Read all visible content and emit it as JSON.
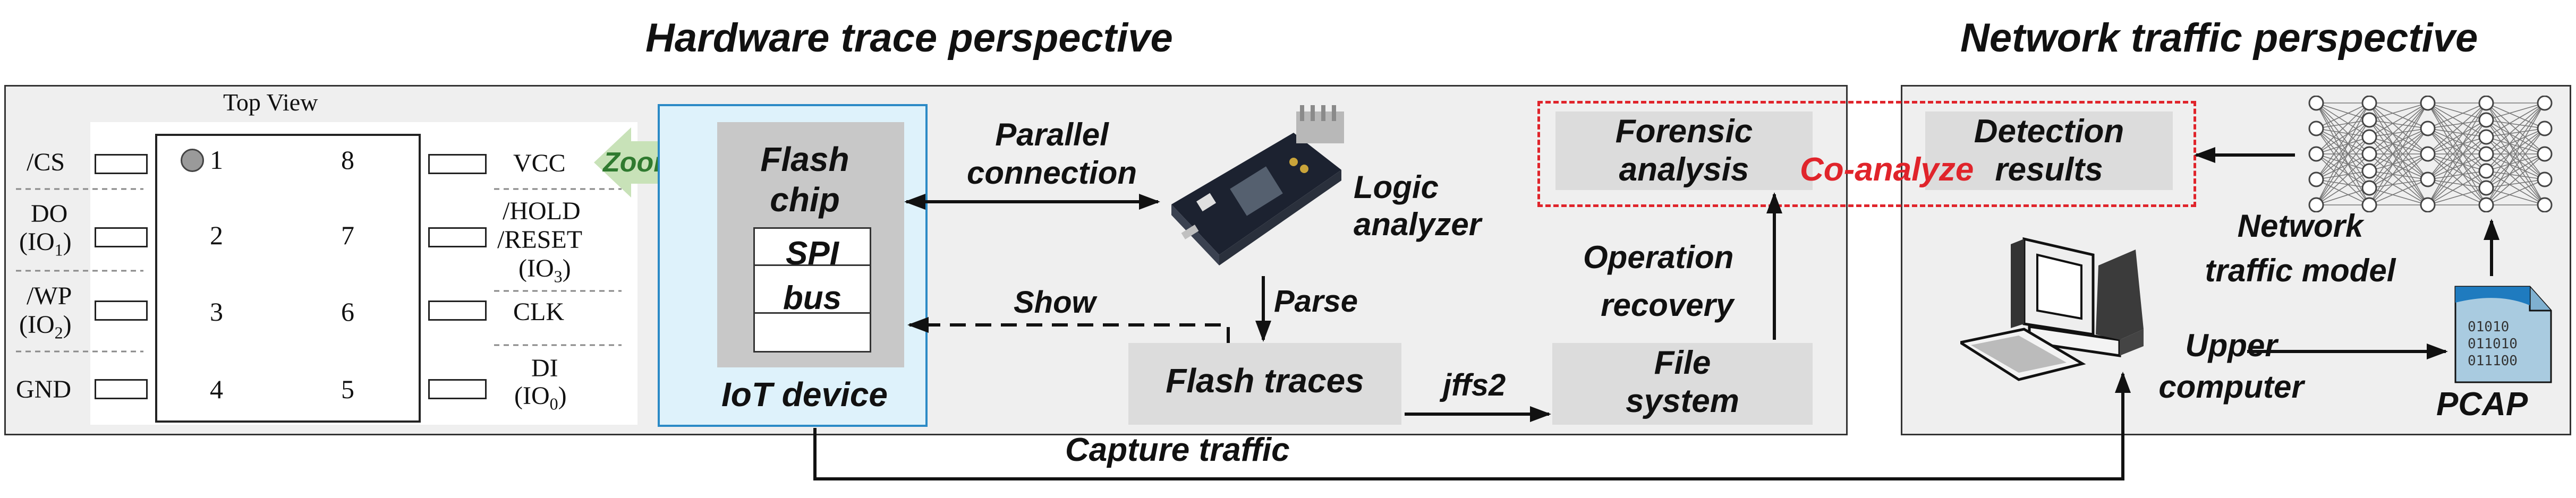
{
  "titles": {
    "hardware": "Hardware trace perspective",
    "network": "Network traffic perspective"
  },
  "chip": {
    "top_view": "Top View",
    "left_pins": [
      "/CS",
      "DO",
      "(IO",
      "/WP",
      "(IO",
      "GND"
    ],
    "left_pin_subs": [
      "1",
      "2"
    ],
    "right_pins": [
      "VCC",
      "/HOLD",
      "/RESET",
      "(IO",
      "CLK",
      "DI",
      "(IO"
    ],
    "right_pin_subs": [
      "3",
      "0"
    ],
    "pin_numbers": [
      "1",
      "2",
      "3",
      "4",
      "8",
      "7",
      "6",
      "5"
    ]
  },
  "zoom_in": "Zoom-In",
  "iot": {
    "flash_chip": [
      "Flash",
      "chip"
    ],
    "spi_bus": [
      "SPI",
      "bus"
    ],
    "label": "IoT device"
  },
  "labels": {
    "parallel_connection": [
      "Parallel",
      "connection"
    ],
    "logic_analyzer": [
      "Logic",
      "analyzer"
    ],
    "parse": "Parse",
    "show": "Show",
    "flash_traces": "Flash traces",
    "jffs2": "jffs2",
    "file_system": [
      "File",
      "system"
    ],
    "operation_recovery": [
      "Operation",
      "recovery"
    ],
    "forensic_analysis": [
      "Forensic",
      "analysis"
    ],
    "co_analyze": "Co-analyze",
    "detection_results": [
      "Detection",
      "results"
    ],
    "network_traffic_model": [
      "Network",
      "traffic model"
    ],
    "upper_computer": [
      "Upper",
      "computer"
    ],
    "pcap": "PCAP",
    "pcap_bits": [
      "01010",
      "011010",
      "011100"
    ],
    "capture_traffic": "Capture traffic"
  },
  "colors": {
    "panel_bg": "#efefef",
    "panel_border": "#333333",
    "iot_bg": "#def2fb",
    "iot_border": "#2b8ac6",
    "gray_box": "#c8c8c8",
    "light_box": "#dcdcdc",
    "zoom_green": "#c8e2b8",
    "zoom_text": "#2f7a2f",
    "red": "#e0242b"
  }
}
